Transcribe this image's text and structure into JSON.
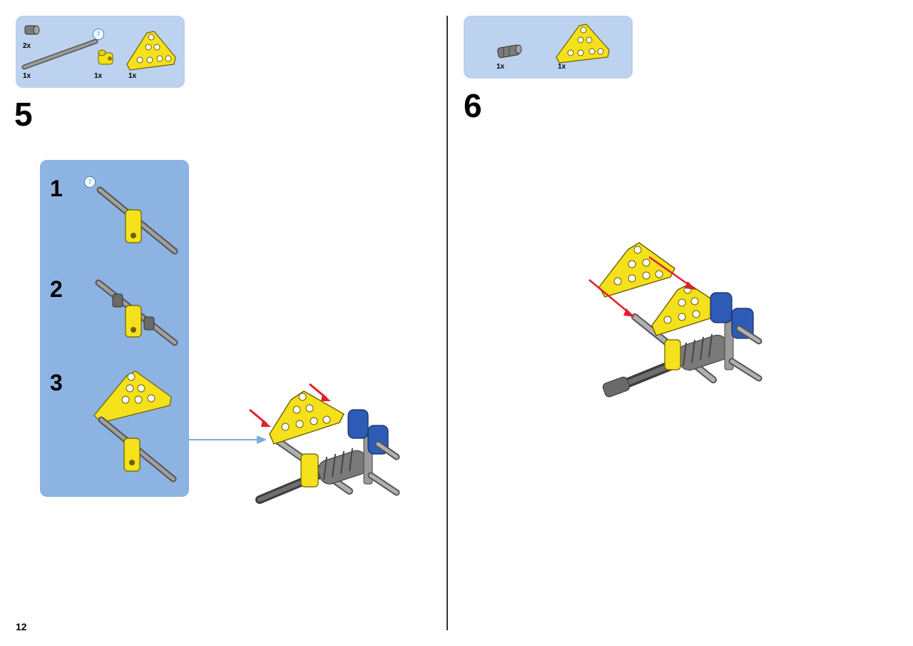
{
  "page_number": "12",
  "step5": {
    "number": "5",
    "parts": [
      {
        "name": "axle-connector",
        "qty": "2x"
      },
      {
        "name": "long-axle",
        "qty": "1x",
        "length_badge": "7"
      },
      {
        "name": "yellow-axle-pin-connector",
        "qty": "1x"
      },
      {
        "name": "yellow-triangle-beam",
        "qty": "1x"
      }
    ],
    "substeps": [
      {
        "number": "1",
        "length_badge": "7"
      },
      {
        "number": "2"
      },
      {
        "number": "3"
      }
    ]
  },
  "step6": {
    "number": "6",
    "parts": [
      {
        "name": "grey-bushing",
        "qty": "1x"
      },
      {
        "name": "yellow-triangle-beam",
        "qty": "1x"
      }
    ]
  },
  "colors": {
    "parts_box": "#bcd2ee",
    "substep_panel": "#8db3e2",
    "lego_yellow": "#f5e11b",
    "lego_blue": "#2e5bb5",
    "lego_grey": "#8a8a8a",
    "arrow_red": "#e0202a",
    "connector_arrow": "#7fa8dc"
  }
}
